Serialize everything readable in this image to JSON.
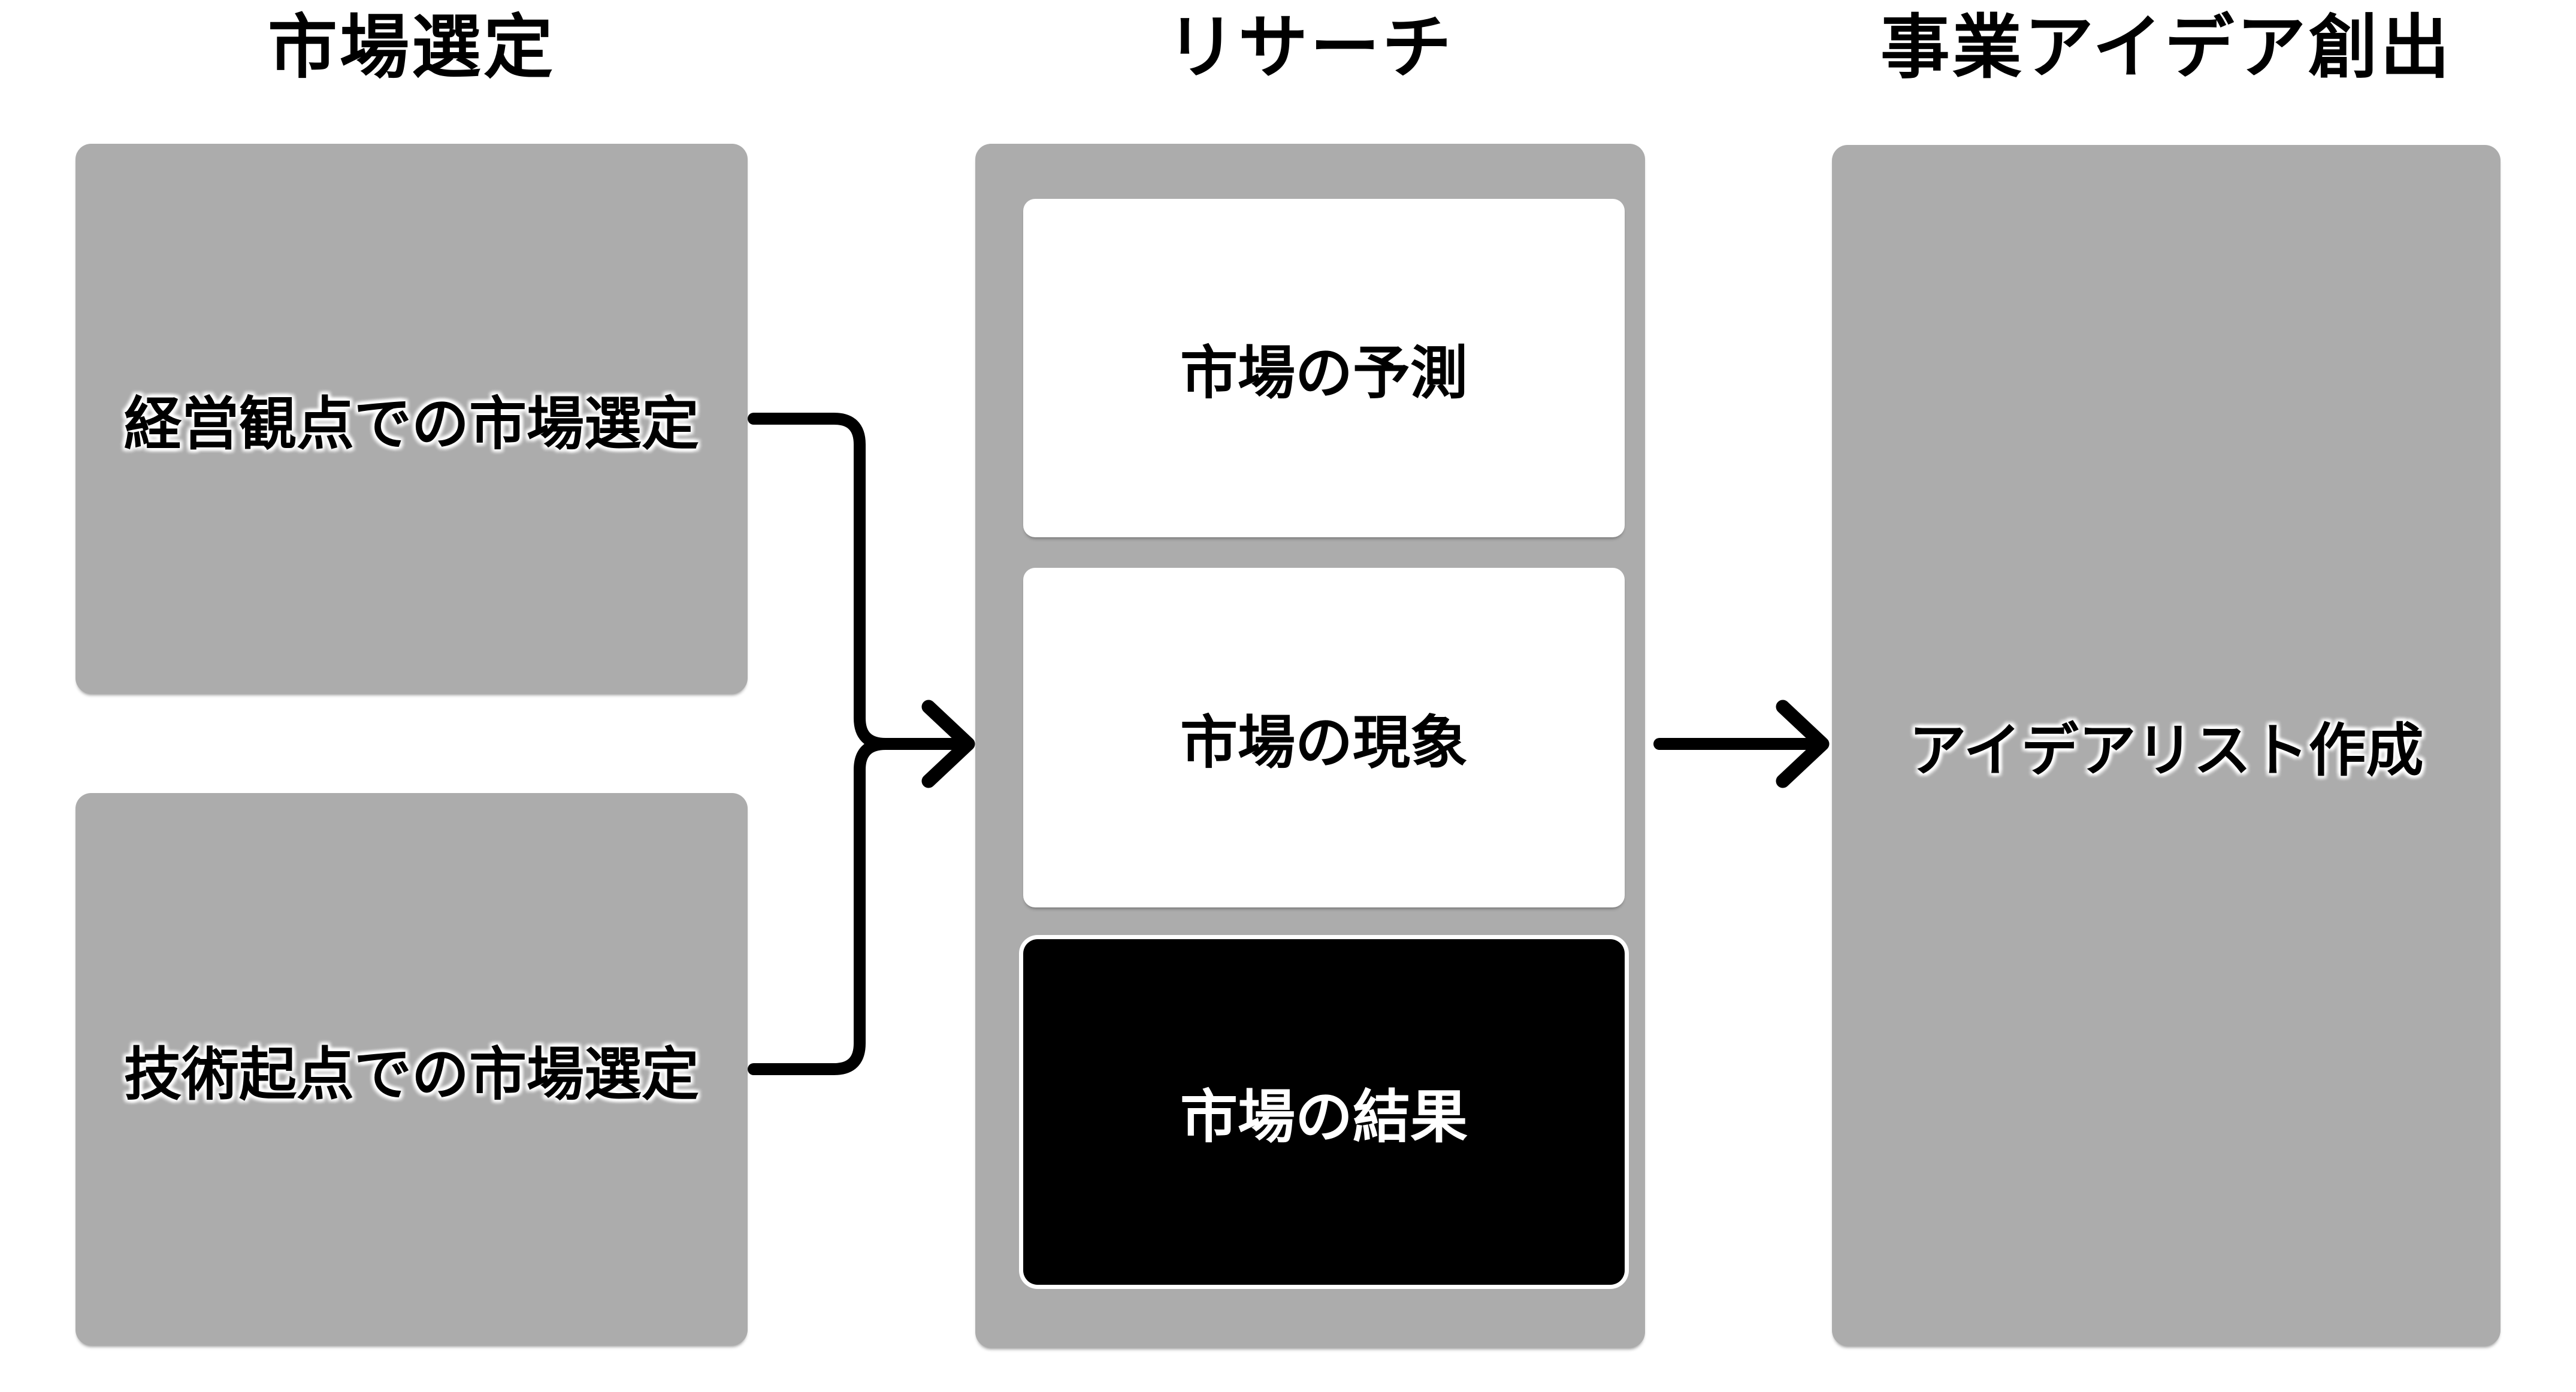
{
  "columns": [
    {
      "title": "市場選定"
    },
    {
      "title": "リサーチ"
    },
    {
      "title": "事業アイデア創出"
    }
  ],
  "market_selection": {
    "boxes": [
      {
        "label": "経営観点での市場選定"
      },
      {
        "label": "技術起点での市場選定"
      }
    ]
  },
  "research": {
    "boxes": [
      {
        "label": "市場の予測",
        "variant": "white"
      },
      {
        "label": "市場の現象",
        "variant": "white"
      },
      {
        "label": "市場の結果",
        "variant": "black"
      }
    ]
  },
  "idea_creation": {
    "box_label": "アイデアリスト作成"
  },
  "colors": {
    "box_gray": "#acacac",
    "highlight_black": "#000000",
    "box_white": "#ffffff",
    "connector": "#000000",
    "background": "#ffffff"
  }
}
